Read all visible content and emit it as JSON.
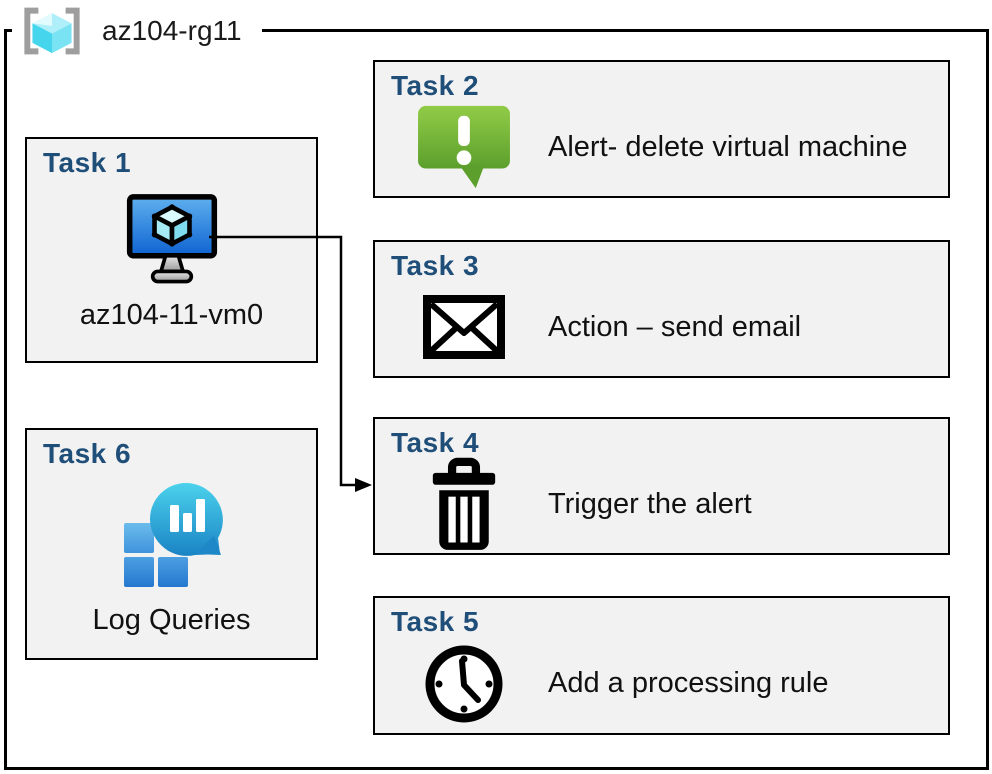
{
  "resource_group": {
    "name": "az104-rg11"
  },
  "tasks": [
    {
      "title": "Task 1",
      "label": "az104-11-vm0",
      "icon": "virtual-machine-icon"
    },
    {
      "title": "Task 2",
      "label": "Alert- delete virtual machine",
      "icon": "alert-message-icon"
    },
    {
      "title": "Task 3",
      "label": "Action – send email",
      "icon": "email-envelope-icon"
    },
    {
      "title": "Task 4",
      "label": "Trigger the alert",
      "icon": "trash-delete-icon"
    },
    {
      "title": "Task 5",
      "label": "Add a processing rule",
      "icon": "clock-icon"
    },
    {
      "title": "Task 6",
      "label": "Log Queries",
      "icon": "log-analytics-icon"
    }
  ],
  "connector": {
    "from": "task-1-virtual-machine",
    "to": "task-4"
  },
  "colors": {
    "task_title_blue": "#1F4E79",
    "card_background": "#F2F2F2",
    "border_black": "#000000",
    "alert_green": "#76B82A",
    "vm_screen_blue": "#1B74DC",
    "cube_cyan": "#50E6FF",
    "log_bubble_teal": "#29B6D8",
    "log_square_blue": "#3B8AD9",
    "bracket_gray": "#9E9E9E"
  }
}
